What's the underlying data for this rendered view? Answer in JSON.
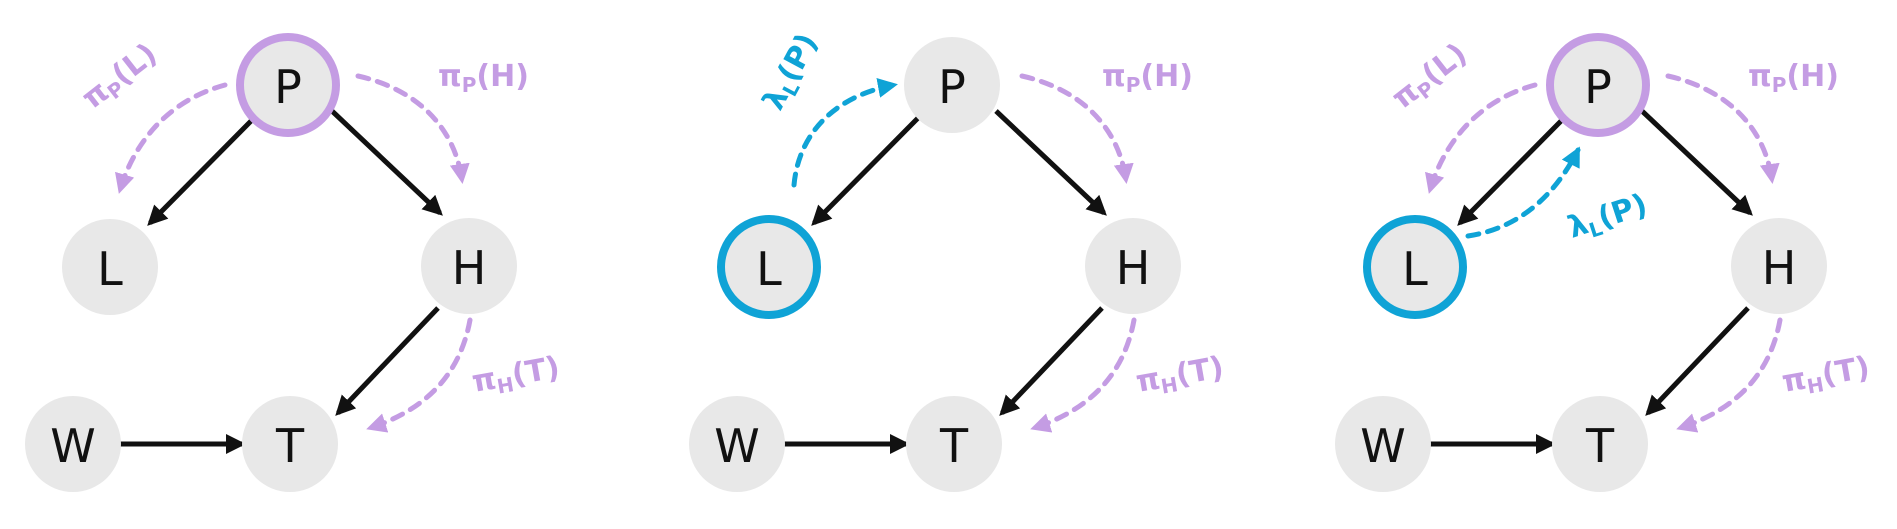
{
  "colors": {
    "node_fill": "#e8e8e8",
    "edge": "#111111",
    "pi_message": "#c49ce3",
    "lambda_message": "#0fa3d6"
  },
  "nodes": {
    "P": "P",
    "L": "L",
    "H": "H",
    "W": "W",
    "T": "T"
  },
  "panels": [
    {
      "highlighted": [
        "P"
      ],
      "messages": {
        "pi_P_L": {
          "pi": "π",
          "sub": "P",
          "arg": "(L)"
        },
        "pi_P_H": {
          "pi": "π",
          "sub": "P",
          "arg": "(H)"
        },
        "pi_H_T": {
          "pi": "π",
          "sub": "H",
          "arg": "(T)"
        }
      }
    },
    {
      "highlighted": [
        "L"
      ],
      "messages": {
        "lambda_L_P": {
          "lam": "λ",
          "sub": "L",
          "arg": "(P)"
        },
        "pi_P_H": {
          "pi": "π",
          "sub": "P",
          "arg": "(H)"
        },
        "pi_H_T": {
          "pi": "π",
          "sub": "H",
          "arg": "(T)"
        }
      }
    },
    {
      "highlighted": [
        "P",
        "L"
      ],
      "messages": {
        "pi_P_L": {
          "pi": "π",
          "sub": "P",
          "arg": "(L)"
        },
        "pi_P_H": {
          "pi": "π",
          "sub": "P",
          "arg": "(H)"
        },
        "lambda_L_P": {
          "lam": "λ",
          "sub": "L",
          "arg": "(P)"
        },
        "pi_H_T": {
          "pi": "π",
          "sub": "H",
          "arg": "(T)"
        }
      }
    }
  ]
}
